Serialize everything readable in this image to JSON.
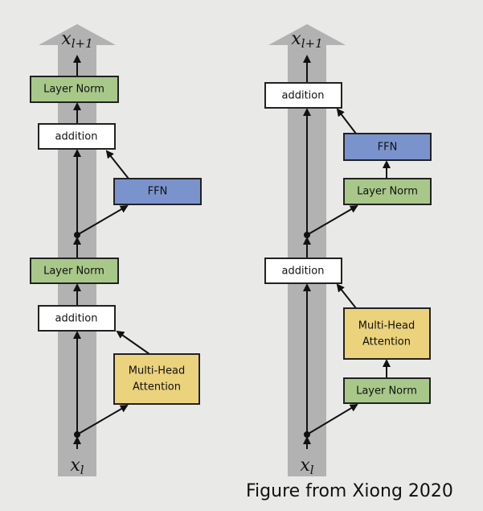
{
  "diagrams": {
    "post_ln": {
      "output_var": "x",
      "output_sub": "l+1",
      "input_var": "x",
      "input_sub": "l",
      "layer_norm_top": "Layer Norm",
      "addition_top": "addition",
      "ffn": "FFN",
      "layer_norm_mid": "Layer Norm",
      "addition_bottom": "addition",
      "attention_line1": "Multi-Head",
      "attention_line2": "Attention"
    },
    "pre_ln": {
      "output_var": "x",
      "output_sub": "l+1",
      "input_var": "x",
      "input_sub": "l",
      "addition_top": "addition",
      "ffn": "FFN",
      "layer_norm_ffn": "Layer Norm",
      "addition_bottom": "addition",
      "attention_line1": "Multi-Head",
      "attention_line2": "Attention",
      "layer_norm_attn": "Layer Norm"
    }
  },
  "caption": "Figure from Xiong 2020",
  "colors": {
    "layer_norm": "#a8c88a",
    "ffn": "#7b93cd",
    "attention": "#ebd27c",
    "addition": "#ffffff",
    "residual": "#b2b2b2"
  }
}
